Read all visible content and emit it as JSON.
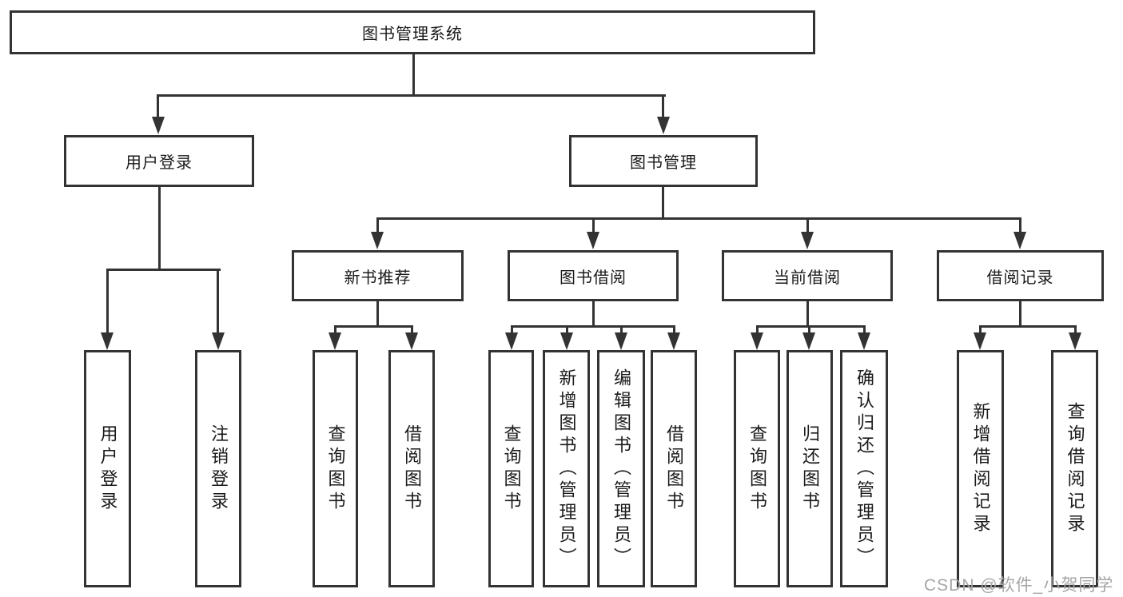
{
  "diagram": {
    "root": {
      "label": "图书管理系统"
    },
    "level2": [
      {
        "label": "用户登录"
      },
      {
        "label": "图书管理"
      }
    ],
    "level3": [
      {
        "label": "新书推荐",
        "parent": "图书管理"
      },
      {
        "label": "图书借阅",
        "parent": "图书管理"
      },
      {
        "label": "当前借阅",
        "parent": "图书管理"
      },
      {
        "label": "借阅记录",
        "parent": "图书管理"
      }
    ],
    "leaves": [
      {
        "label": "用户登录",
        "parent": "用户登录"
      },
      {
        "label": "注销登录",
        "parent": "用户登录"
      },
      {
        "label": "查询图书",
        "parent": "新书推荐"
      },
      {
        "label": "借阅图书",
        "parent": "新书推荐"
      },
      {
        "label": "查询图书",
        "parent": "图书借阅"
      },
      {
        "label": "新增图书（管理员）",
        "parent": "图书借阅"
      },
      {
        "label": "编辑图书（管理员）",
        "parent": "图书借阅"
      },
      {
        "label": "借阅图书",
        "parent": "图书借阅"
      },
      {
        "label": "查询图书",
        "parent": "当前借阅"
      },
      {
        "label": "归还图书",
        "parent": "当前借阅"
      },
      {
        "label": "确认归还（管理员）",
        "parent": "当前借阅"
      },
      {
        "label": "新增借阅记录",
        "parent": "借阅记录"
      },
      {
        "label": "查询借阅记录",
        "parent": "借阅记录"
      }
    ]
  },
  "watermark": {
    "text": "CSDN @软件_小贺同学"
  },
  "colors": {
    "background": "#ffffff",
    "line": "#333333",
    "box_border": "#333333",
    "box_fill": "#ffffff",
    "text": "#1a1a1a",
    "watermark": "#a6a6a6"
  }
}
